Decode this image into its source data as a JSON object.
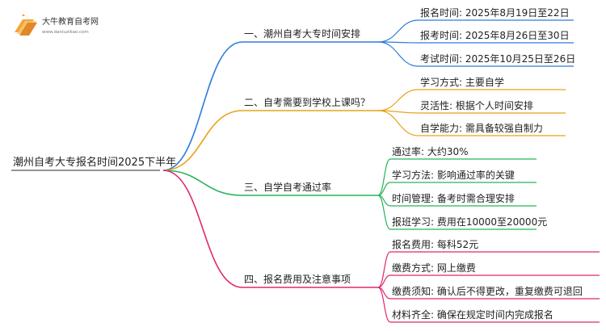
{
  "logo": {
    "name": "大牛教育自考网",
    "url": "www.daniuzikao.com"
  },
  "root": {
    "label": "潮州自考大专报名时间2025下半年"
  },
  "branches": [
    {
      "label": "一、潮州自考大专时间安排",
      "color": "#2f7bdc",
      "children": [
        "报名时间: 2025年8月19日至22日",
        "报考时间: 2025年8月26日至30日",
        "考试时间: 2025年10月25日至26日"
      ]
    },
    {
      "label": "二、自考需要到学校上课吗？",
      "color": "#e8a21a",
      "children": [
        "学习方式: 主要自学",
        "灵活性: 根据个人时间安排",
        "自学能力: 需具备较强自制力"
      ]
    },
    {
      "label": "三、自学自考通过率",
      "color": "#27b35a",
      "children": [
        "通过率: 大约30%",
        "学习方法: 影响通过率的关键",
        "时间管理: 备考时需合理安排",
        "报班学习: 费用在10000至20000元"
      ]
    },
    {
      "label": "四、报名费用及注意事项",
      "color": "#e0266f",
      "children": [
        "报名费用: 每科52元",
        "缴费方式: 网上缴费",
        "缴费须知: 确认后不得更改，重复缴费可退回",
        "材料齐全: 确保在规定时间内完成报名"
      ]
    }
  ]
}
